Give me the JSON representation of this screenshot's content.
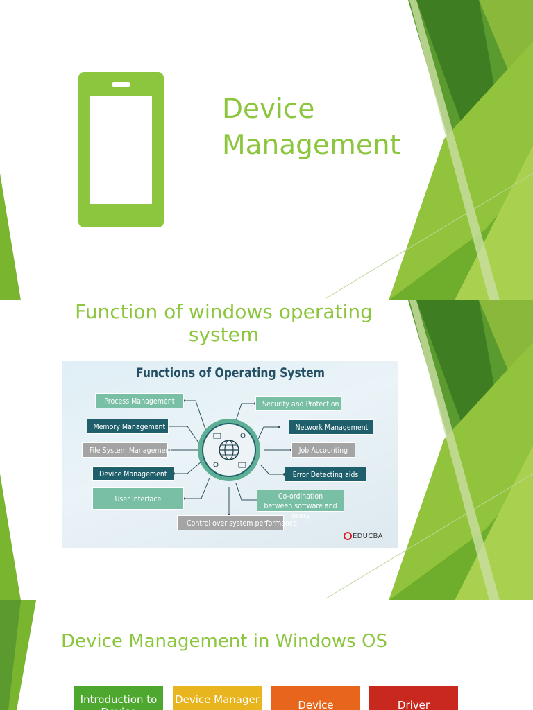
{
  "slide1": {
    "title": "Device Management",
    "icon": "mobile-phone-icon"
  },
  "slide2": {
    "title": "Function of windows operating system",
    "figure": {
      "heading": "Functions of Operating System",
      "left_items": [
        "Process Management",
        "Memory Management",
        "File System Management",
        "Device Management",
        "User Interface"
      ],
      "right_items": [
        "Security and Protection",
        "Network Management",
        "Job Accounting",
        "Error Detecting aids",
        "Co-ordination between software and users"
      ],
      "bottom_item": "Control over system performance",
      "logo_text": "EDUCBA",
      "center_icon": "globe-network-icon"
    }
  },
  "slide3": {
    "title": "Device Management in Windows OS",
    "tiles": [
      {
        "label": "Introduction to Device Management",
        "color": "#4ea72e"
      },
      {
        "label": "Device Manager",
        "color": "#e8b51f"
      },
      {
        "label": "Device",
        "color": "#e8661c"
      },
      {
        "label": "Driver",
        "color": "#c8281e"
      }
    ]
  },
  "colors": {
    "accent": "#8cc63e",
    "dark_green": "#4e8a2f",
    "teal": "#1f5f6b"
  }
}
